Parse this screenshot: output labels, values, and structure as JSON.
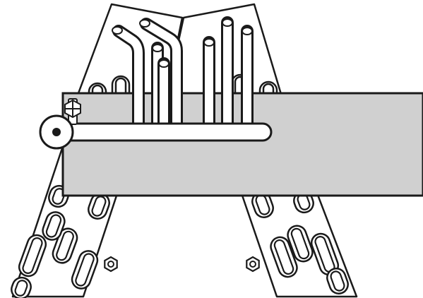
{
  "diagram": {
    "colors": {
      "line": "#1a1a1a",
      "plate": "#ffffff",
      "beam": "#d0d0d0",
      "background": "#ffffff"
    },
    "parts": {
      "beam": "horizontal-beam",
      "left_plate": "left-coil-plate",
      "right_plate": "right-coil-plate",
      "roller": "pivot-roller",
      "header_pipe": "header-pipe",
      "bolt": "bolt-nut"
    },
    "counts": {
      "upright_tubes": 7,
      "lower_left_slots": 7,
      "lower_right_slots": 6,
      "hex_nuts": 2
    }
  }
}
